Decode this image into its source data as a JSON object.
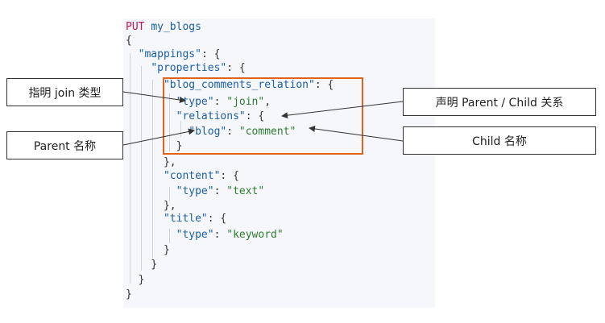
{
  "code": {
    "method": "PUT",
    "index": "my_blogs",
    "open_brace": "{",
    "mappings_key": "\"mappings\"",
    "properties_key": "\"properties\"",
    "relation_key": "\"blog_comments_relation\"",
    "type_key": "\"type\"",
    "join_val": "\"join\"",
    "relations_key": "\"relations\"",
    "blog_key": "\"blog\"",
    "comment_val": "\"comment\"",
    "content_key": "\"content\"",
    "text_val": "\"text\"",
    "title_key": "\"title\"",
    "keyword_val": "\"keyword\""
  },
  "annotations": {
    "join_type": "指明 join 类型",
    "parent_name": "Parent 名称",
    "declare_relation": "声明 Parent / Child 关系",
    "child_name": "Child 名称"
  },
  "colors": {
    "highlight": "#e2631e",
    "keyword": "#c2185b",
    "key": "#1a5fa8",
    "string": "#2e7d32"
  }
}
